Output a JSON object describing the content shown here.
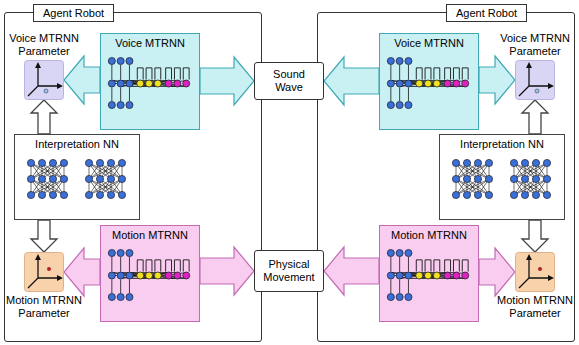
{
  "diagram": {
    "nodes": [
      {
        "text": [
          "Agent Robot"
        ]
      },
      {
        "text": [
          "Voice MTRNN Parameter"
        ],
        "in": 0
      },
      {
        "text": [
          "Voice MTRNN"
        ],
        "in": 0
      },
      {
        "text": [
          "Interpretation NN"
        ],
        "in": 0
      },
      {
        "text": [
          "Motion MTRNN"
        ],
        "in": 0
      },
      {
        "text": [
          "Motion MTRNN Parameter"
        ],
        "in": 0
      },
      {
        "text": [
          "Sound Wave"
        ]
      },
      {
        "text": [
          "Physical Movement"
        ]
      },
      {
        "text": [
          "Agent Robot"
        ]
      },
      {
        "text": [
          "Voice MTRNN"
        ],
        "in": 8
      },
      {
        "text": [
          "Voice MTRNN Parameter"
        ],
        "in": 8
      },
      {
        "text": [
          "Interpretation NN"
        ],
        "in": 8
      },
      {
        "text": [
          "Motion MTRNN"
        ],
        "in": 8
      },
      {
        "text": [
          "Motion MTRNN Parameter"
        ],
        "in": 8
      }
    ],
    "edges": [
      {
        "from": 2,
        "to": 1,
        "arrow": "to"
      },
      {
        "from": 2,
        "to": 6,
        "arrow": "to"
      },
      {
        "from": 3,
        "to": 1,
        "arrow": "to"
      },
      {
        "from": 3,
        "to": 5,
        "arrow": "to"
      },
      {
        "from": 4,
        "to": 5,
        "arrow": "to"
      },
      {
        "from": 4,
        "to": 7,
        "arrow": "to"
      },
      {
        "from": 9,
        "to": 6,
        "arrow": "to"
      },
      {
        "from": 9,
        "to": 10,
        "arrow": "to"
      },
      {
        "from": 11,
        "to": 10,
        "arrow": "to"
      },
      {
        "from": 11,
        "to": 13,
        "arrow": "to"
      },
      {
        "from": 12,
        "to": 7,
        "arrow": "to"
      },
      {
        "from": 12,
        "to": 13,
        "arrow": "to"
      }
    ]
  }
}
